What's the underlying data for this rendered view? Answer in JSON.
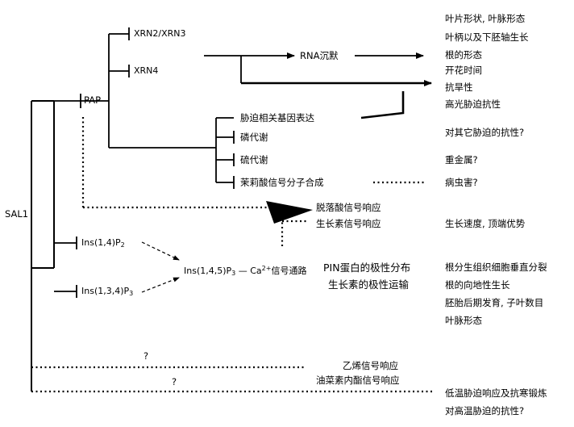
{
  "nodes": {
    "sal1": "SAL1",
    "pap": "PAP",
    "xrn23": "XRN2/XRN3",
    "xrn4": "XRN4",
    "rna_silencing": "RNA沉默",
    "stress_genes": "胁迫相关基因表达",
    "sulfation": "磷代谢",
    "sulfur_metab": "硫代谢",
    "ja_synthesis": "茉莉酸信号分子合成",
    "ins14p2": {
      "base": "Ins(1,4)P",
      "sub": "2"
    },
    "ins134p3": {
      "base": "Ins(1,3,4)P",
      "sub": "3"
    },
    "ins145p3": {
      "base": "Ins(1,4,5)P",
      "sub": "3",
      "mid": " — Ca",
      "sup": "2+",
      "tail": "信号通路"
    },
    "aba_signal": "脱落酸信号响应",
    "auxin_signal": "生长素信号响应",
    "pin_polarity": "PIN蛋白的极性分布",
    "auxin_transport": "生长素的极性运输",
    "ethylene": "乙烯信号响应",
    "brassinolide": "油菜素内酯信号响应",
    "q1": "?",
    "q2": "?"
  },
  "outcomes": {
    "leaf_shape": "叶片形状, 叶脉形态",
    "petiole": "叶柄以及下胚轴生长",
    "root_form": "根的形态",
    "flowering": "开花时间",
    "drought": "抗旱性",
    "high_light": "高光胁迫抗性",
    "other_stress": "对其它胁迫的抗性?",
    "heavy_metal": "重金属?",
    "pests": "病虫害?",
    "growth_rate": "生长速度, 顶端优势",
    "root_meristem": "根分生组织细胞垂直分裂",
    "gravitropism": "根的向地性生长",
    "embryo": "胚胎后期发育, 子叶数目",
    "vein": "叶脉形态",
    "cold": "低温胁迫响应及抗寒锻炼",
    "heat": "对高温胁迫的抗性?"
  },
  "colors": {
    "line": "#000000",
    "background": "#ffffff"
  }
}
